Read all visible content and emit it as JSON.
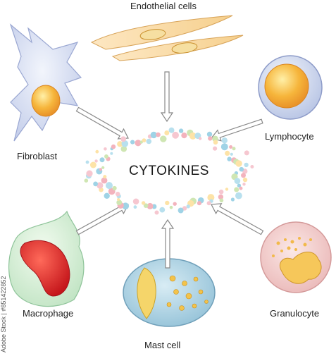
{
  "title": "CYTOKINES",
  "cells": {
    "endothelial": "Endothelial cells",
    "fibroblast": "Fibroblast",
    "lymphocyte": "Lymphocyte",
    "macrophage": "Macrophage",
    "mast": "Mast cell",
    "granulocyte": "Granulocyte"
  },
  "stock_id": "Adobe Stock | #851422852",
  "colors": {
    "dot_palette": [
      "#f6c7d0",
      "#9fd3e6",
      "#f3b3bd",
      "#cfe6b3",
      "#fde3a7",
      "#b8e0ee"
    ],
    "arrow": "#888888"
  }
}
